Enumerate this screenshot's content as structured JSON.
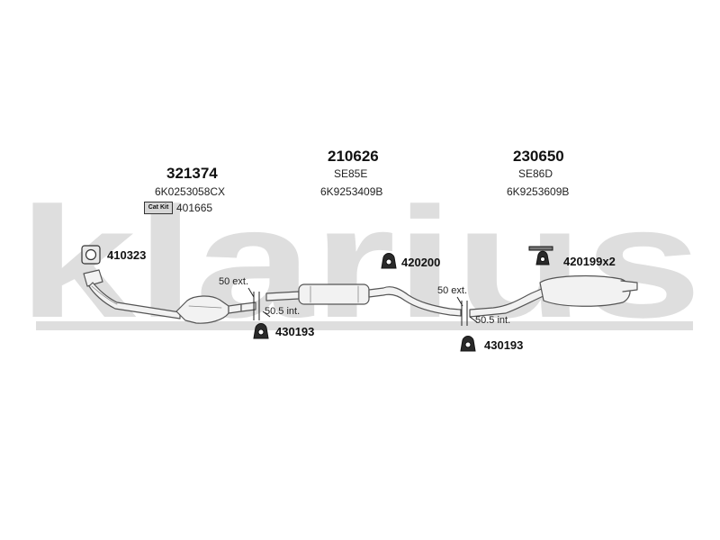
{
  "watermark": {
    "text": "klarius",
    "color": "#dedede"
  },
  "sections": [
    {
      "part_number": "321374",
      "ref_code": "6K0253058CX"
    },
    {
      "part_number": "210626",
      "variant_code": "SE85E",
      "ref_code": "6K9253409B"
    },
    {
      "part_number": "230650",
      "variant_code": "SE86D",
      "ref_code": "6K9253609B"
    }
  ],
  "cat_kit": {
    "badge": "Cat Kit",
    "number": "401665"
  },
  "fittings": {
    "gasket": "410323",
    "clamp_front": "430193",
    "hanger_mid": "420200",
    "hanger_rear": "420199x2",
    "clamp_rear": "430193"
  },
  "joints": {
    "front": {
      "ext": "50 ext.",
      "int": "50.5 int."
    },
    "rear": {
      "ext": "50 ext.",
      "int": "50.5 int."
    }
  },
  "colors": {
    "pipe_stroke": "#555555",
    "pipe_fill": "#f2f2f2",
    "text": "#111111"
  }
}
